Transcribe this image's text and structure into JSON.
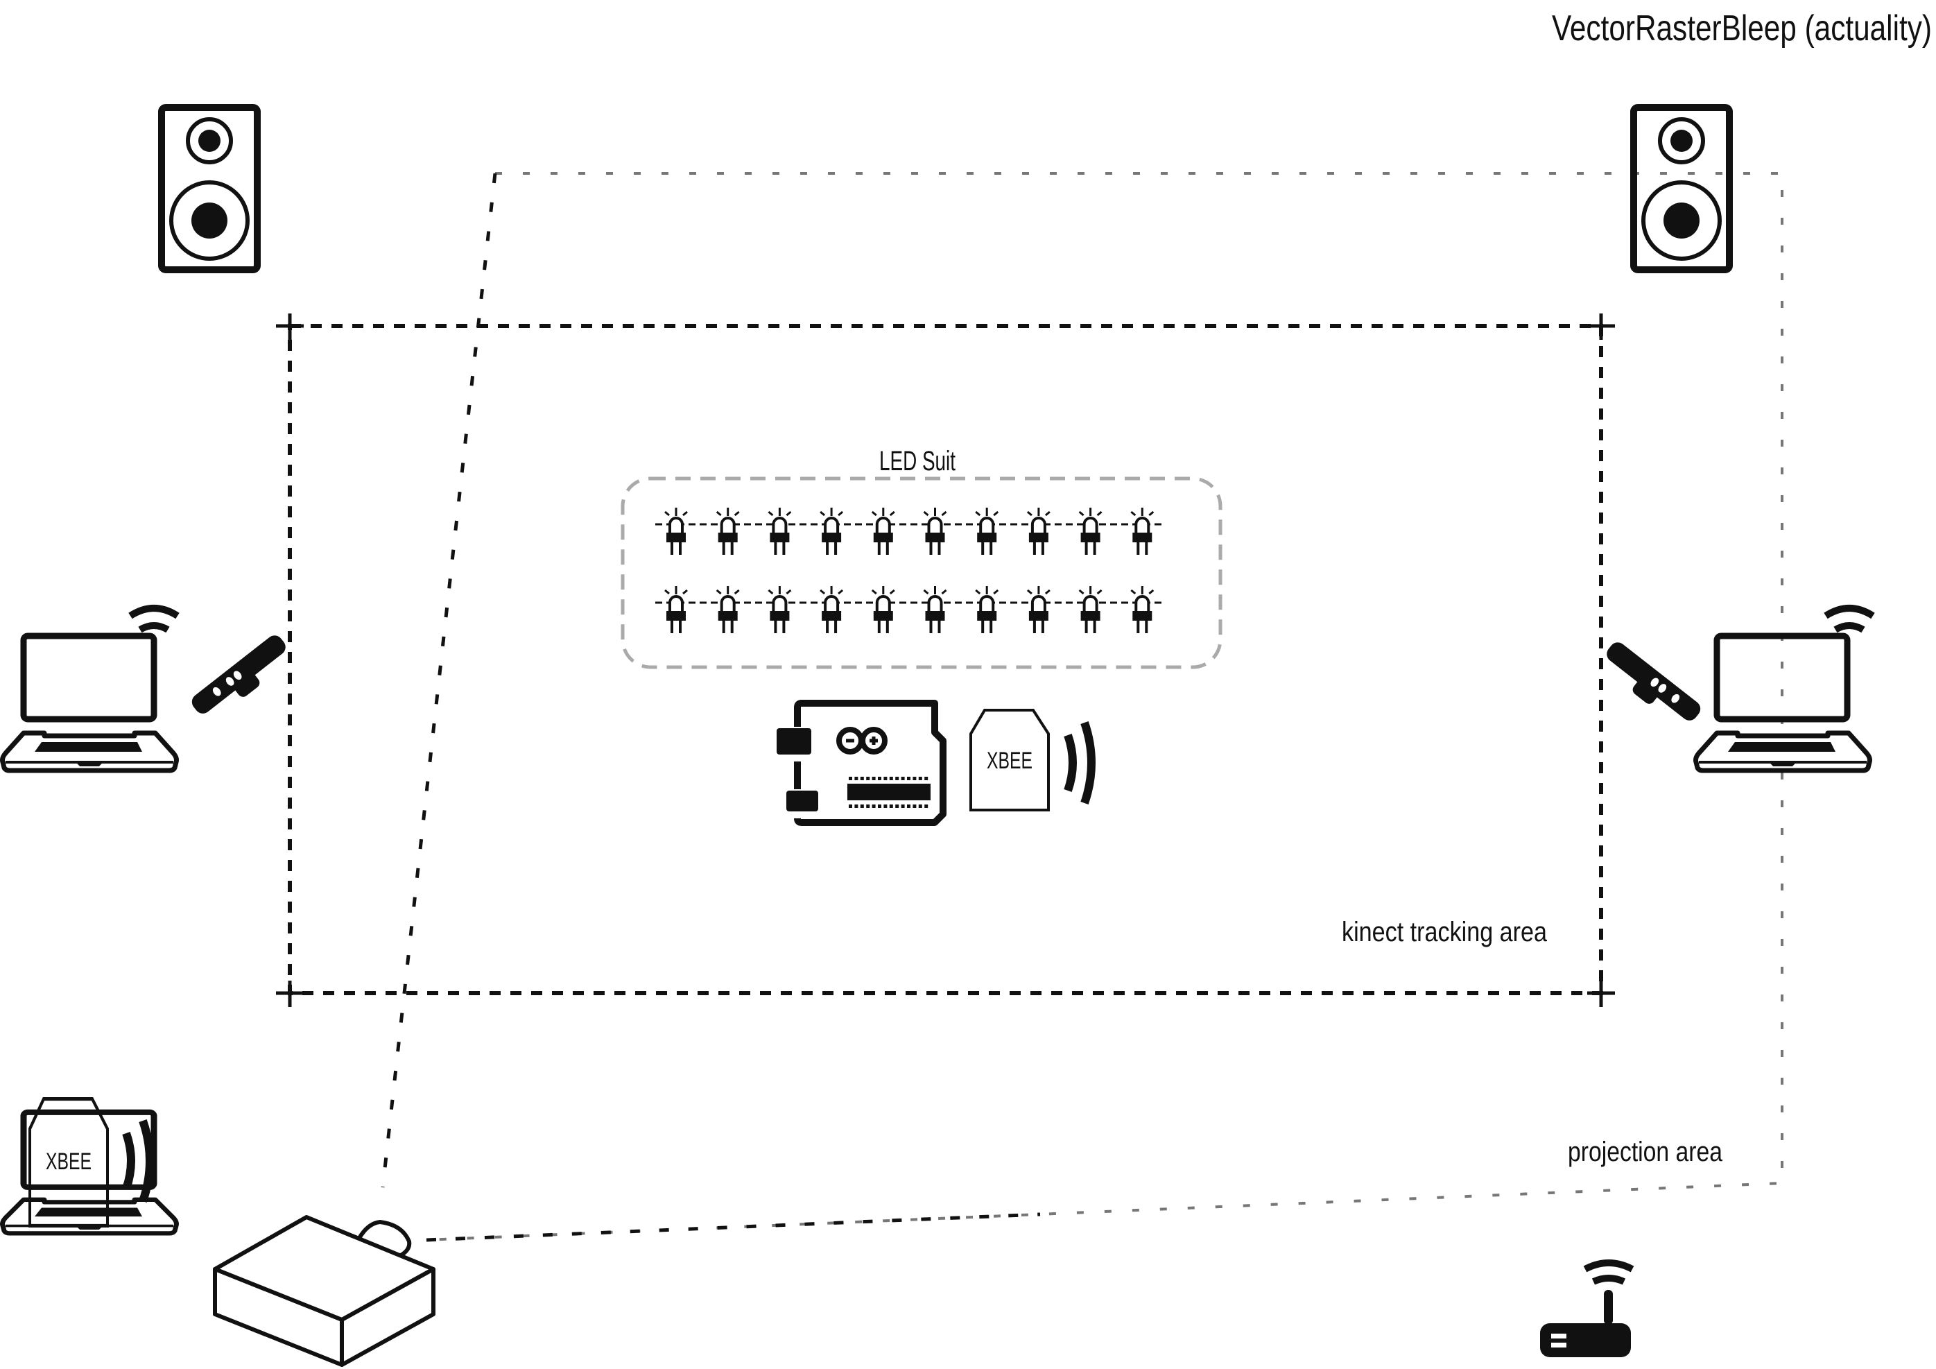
{
  "title": "VectorRasterBleep (actuality)",
  "labels": {
    "led_suit": "LED Suit",
    "kinect_tracking_area": "kinect tracking area",
    "projection_area": "projection area",
    "xbee_suit": "XBEE",
    "xbee_base": "XBEE"
  },
  "led_suit": {
    "rows": 2,
    "leds_per_row": 10
  },
  "components": [
    {
      "id": "speaker-left",
      "type": "speaker-icon"
    },
    {
      "id": "speaker-right",
      "type": "speaker-icon"
    },
    {
      "id": "laptop-left",
      "type": "laptop-icon",
      "wifi": true
    },
    {
      "id": "kinect-left",
      "type": "kinect-icon"
    },
    {
      "id": "laptop-right",
      "type": "laptop-icon",
      "wifi": true
    },
    {
      "id": "kinect-right",
      "type": "kinect-icon"
    },
    {
      "id": "arduino",
      "type": "arduino-icon"
    },
    {
      "id": "xbee-suit",
      "type": "xbee-icon",
      "signal": true
    },
    {
      "id": "xbee-base",
      "type": "xbee-icon",
      "signal": true
    },
    {
      "id": "laptop-bottom",
      "type": "laptop-icon",
      "wifi": false
    },
    {
      "id": "projector",
      "type": "projector-icon"
    },
    {
      "id": "router",
      "type": "wifi-router-icon"
    }
  ],
  "colors": {
    "ink": "#111111",
    "suit_border": "#aaaaaa",
    "projection_line": "#777777",
    "background": "#ffffff"
  }
}
